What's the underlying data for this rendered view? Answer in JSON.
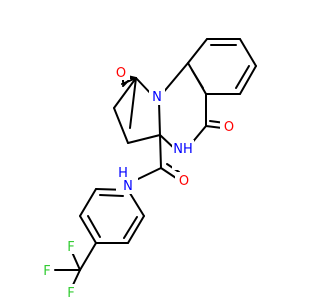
{
  "structure": {
    "atoms": {
      "O1": "O",
      "N1": "N",
      "O2": "O",
      "NH": "NH",
      "H_amide": "H",
      "N_amide": "N",
      "O3": "O",
      "F1": "F",
      "F2": "F",
      "F3": "F"
    }
  },
  "colors": {
    "bond": "#000000",
    "oxygen": "#ff0000",
    "nitrogen": "#0000ff",
    "fluorine": "#33cc33"
  }
}
